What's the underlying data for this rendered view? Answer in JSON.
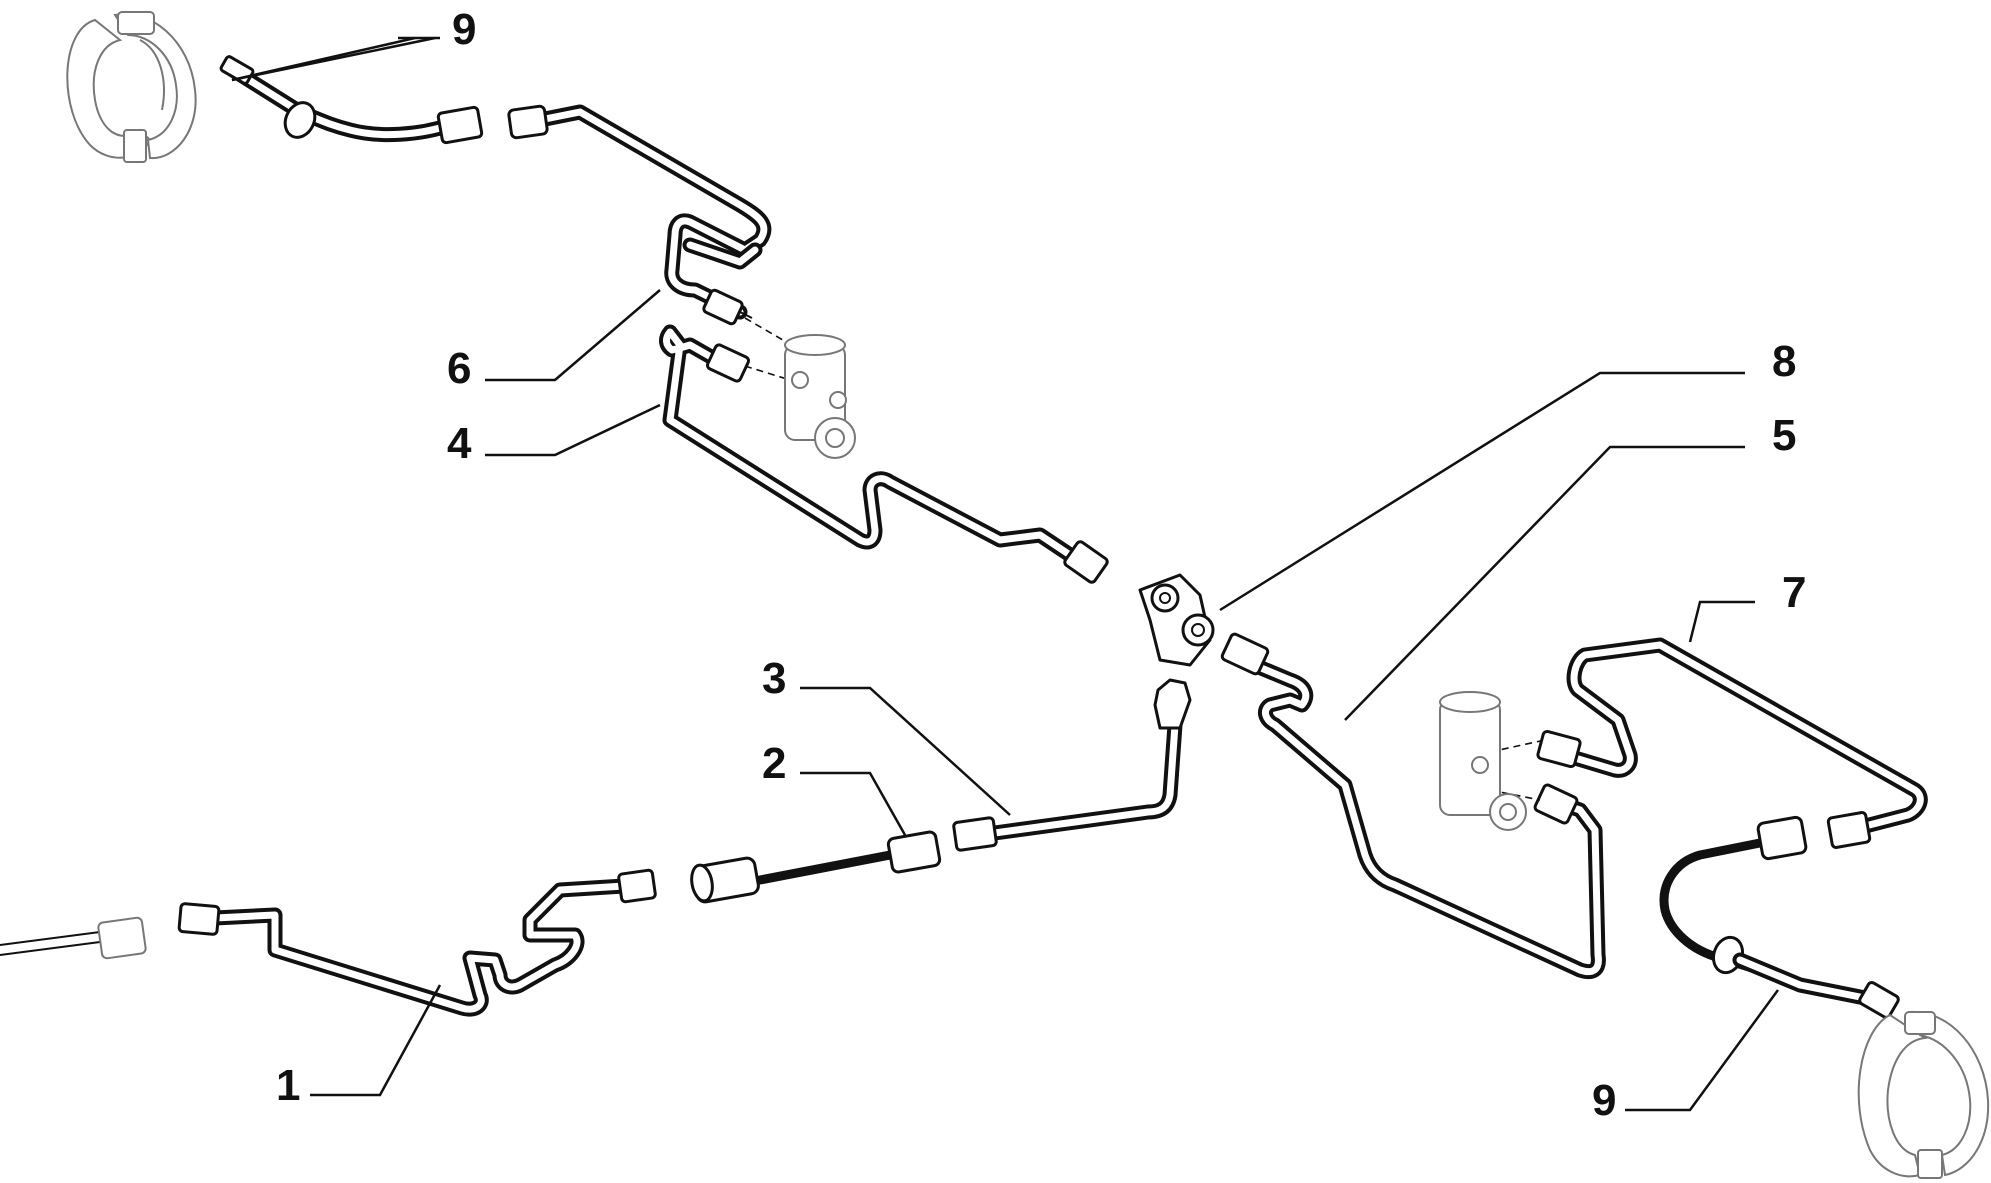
{
  "diagram": {
    "callouts": [
      {
        "id": "callout-1",
        "label": "1"
      },
      {
        "id": "callout-2",
        "label": "2"
      },
      {
        "id": "callout-3",
        "label": "3"
      },
      {
        "id": "callout-4",
        "label": "4"
      },
      {
        "id": "callout-5",
        "label": "5"
      },
      {
        "id": "callout-6",
        "label": "6"
      },
      {
        "id": "callout-7",
        "label": "7"
      },
      {
        "id": "callout-8",
        "label": "8"
      },
      {
        "id": "callout-9-top",
        "label": "9"
      },
      {
        "id": "callout-9-bottom",
        "label": "9"
      }
    ]
  }
}
